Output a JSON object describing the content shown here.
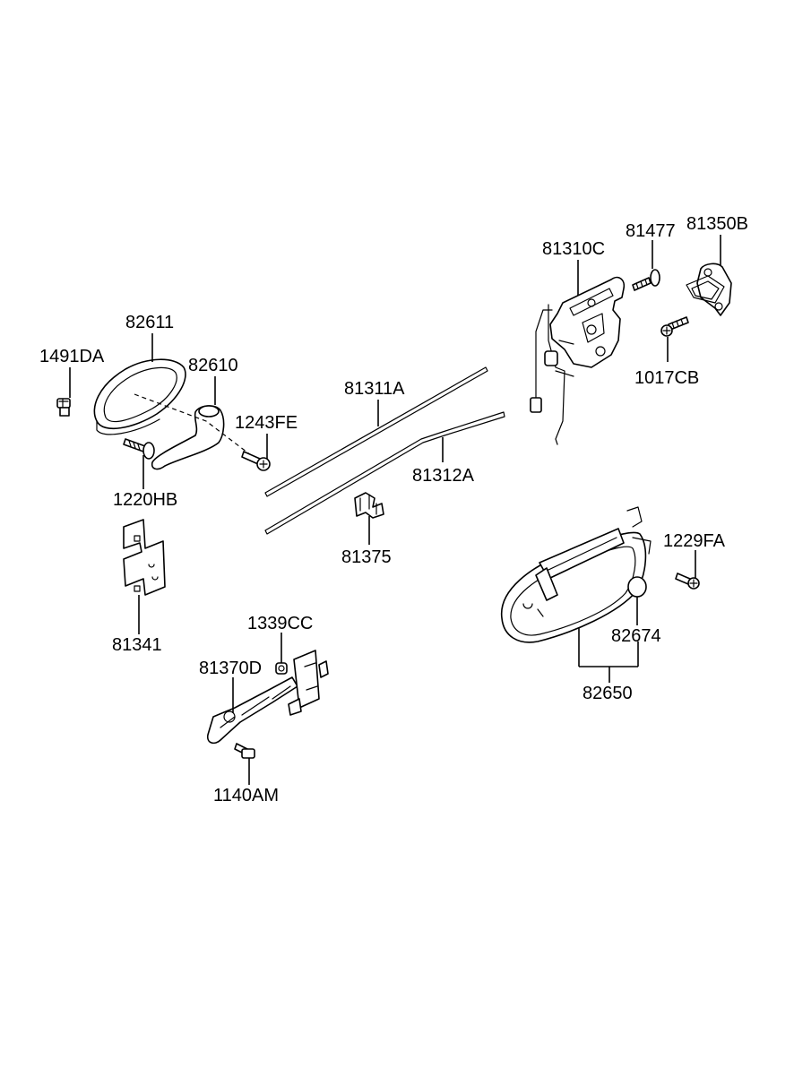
{
  "labels": {
    "p1491DA": "1491DA",
    "p82611": "82611",
    "p82610": "82610",
    "p1243FE": "1243FE",
    "p1220HB": "1220HB",
    "p81341": "81341",
    "p81311A": "81311A",
    "p81312A": "81312A",
    "p81375": "81375",
    "p81310C": "81310C",
    "p81477": "81477",
    "p81350B": "81350B",
    "p1017CB": "1017CB",
    "p1229FA": "1229FA",
    "p82674": "82674",
    "p82650": "82650",
    "p1339CC": "1339CC",
    "p81370D": "81370D",
    "p1140AM": "1140AM"
  }
}
